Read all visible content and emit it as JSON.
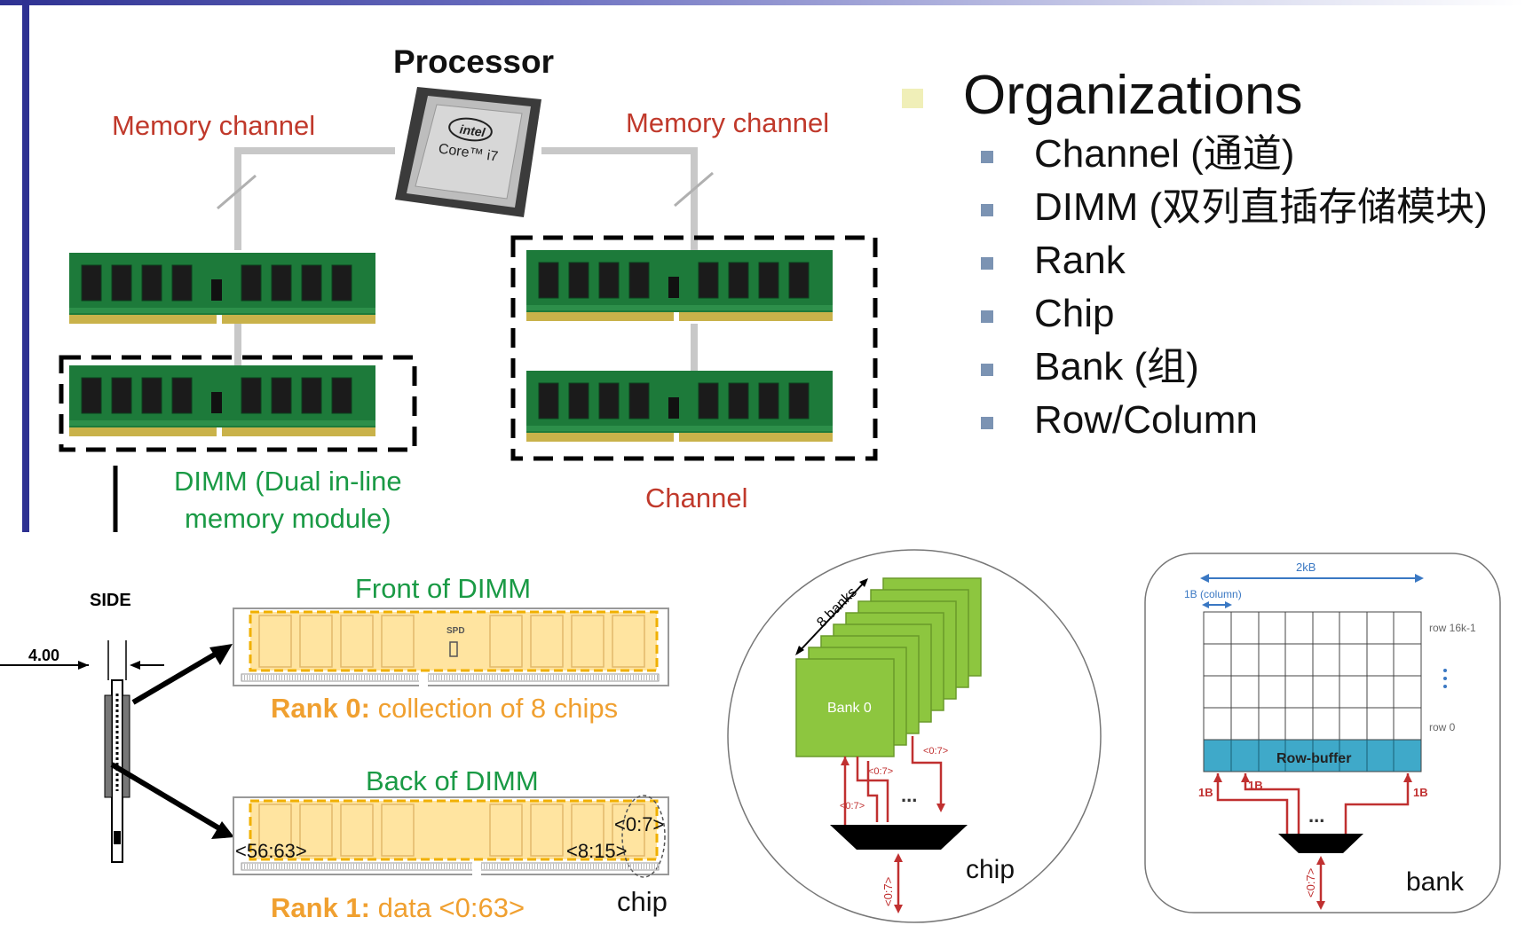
{
  "labels": {
    "processor": "Processor",
    "memory_channel_left": "Memory channel",
    "memory_channel_right": "Memory channel",
    "cpu_brand": "intel",
    "cpu_model": "Core™ i7",
    "dimm_line1": "DIMM (Dual in-line",
    "dimm_line2": "memory module)",
    "channel": "Channel",
    "side": "SIDE",
    "side_width": "4.00",
    "front_of_dimm": "Front of DIMM",
    "back_of_dimm": "Back of DIMM",
    "spd": "SPD",
    "rank0_bold": "Rank 0:",
    "rank0_rest": " collection of 8 chips",
    "rank1_bold": "Rank 1:",
    "rank1_rest": " data <0:63>",
    "chip_label_dimm": "chip",
    "bits_0_7": "<0:7>",
    "bits_8_15": "<8:15>",
    "bits_56_63": "<56:63>"
  },
  "organizations": {
    "title": "Organizations",
    "items": [
      "Channel (通道)",
      "DIMM (双列直插存储模块)",
      "Rank",
      "Chip",
      "Bank (组)",
      "Row/Column"
    ]
  },
  "chip_diagram": {
    "banks": "8 banks",
    "bank0": "Bank 0",
    "bus1": "<0:7>",
    "bus2": "<0:7>",
    "bus3": "<0:7>",
    "bus_out": "<0:7>",
    "ellipsis": "...",
    "label": "chip"
  },
  "bank_diagram": {
    "width": "2kB",
    "column": "1B (column)",
    "row_top": "row 16k-1",
    "row_bottom": "row 0",
    "row_buffer": "Row-buffer",
    "b1": "1B",
    "b2": "1B",
    "b3": "1B",
    "bus_out": "<0:7>",
    "ellipsis": "...",
    "label": "bank"
  },
  "colors": {
    "red_label": "#c0392b",
    "green_label": "#1a9a45",
    "orange_label": "#f0a030",
    "dimm_pcb": "#1d7a3a",
    "chip_green": "#8dc63f",
    "row_buffer": "#3fa9c9",
    "accent_bar": "#2e3192"
  }
}
